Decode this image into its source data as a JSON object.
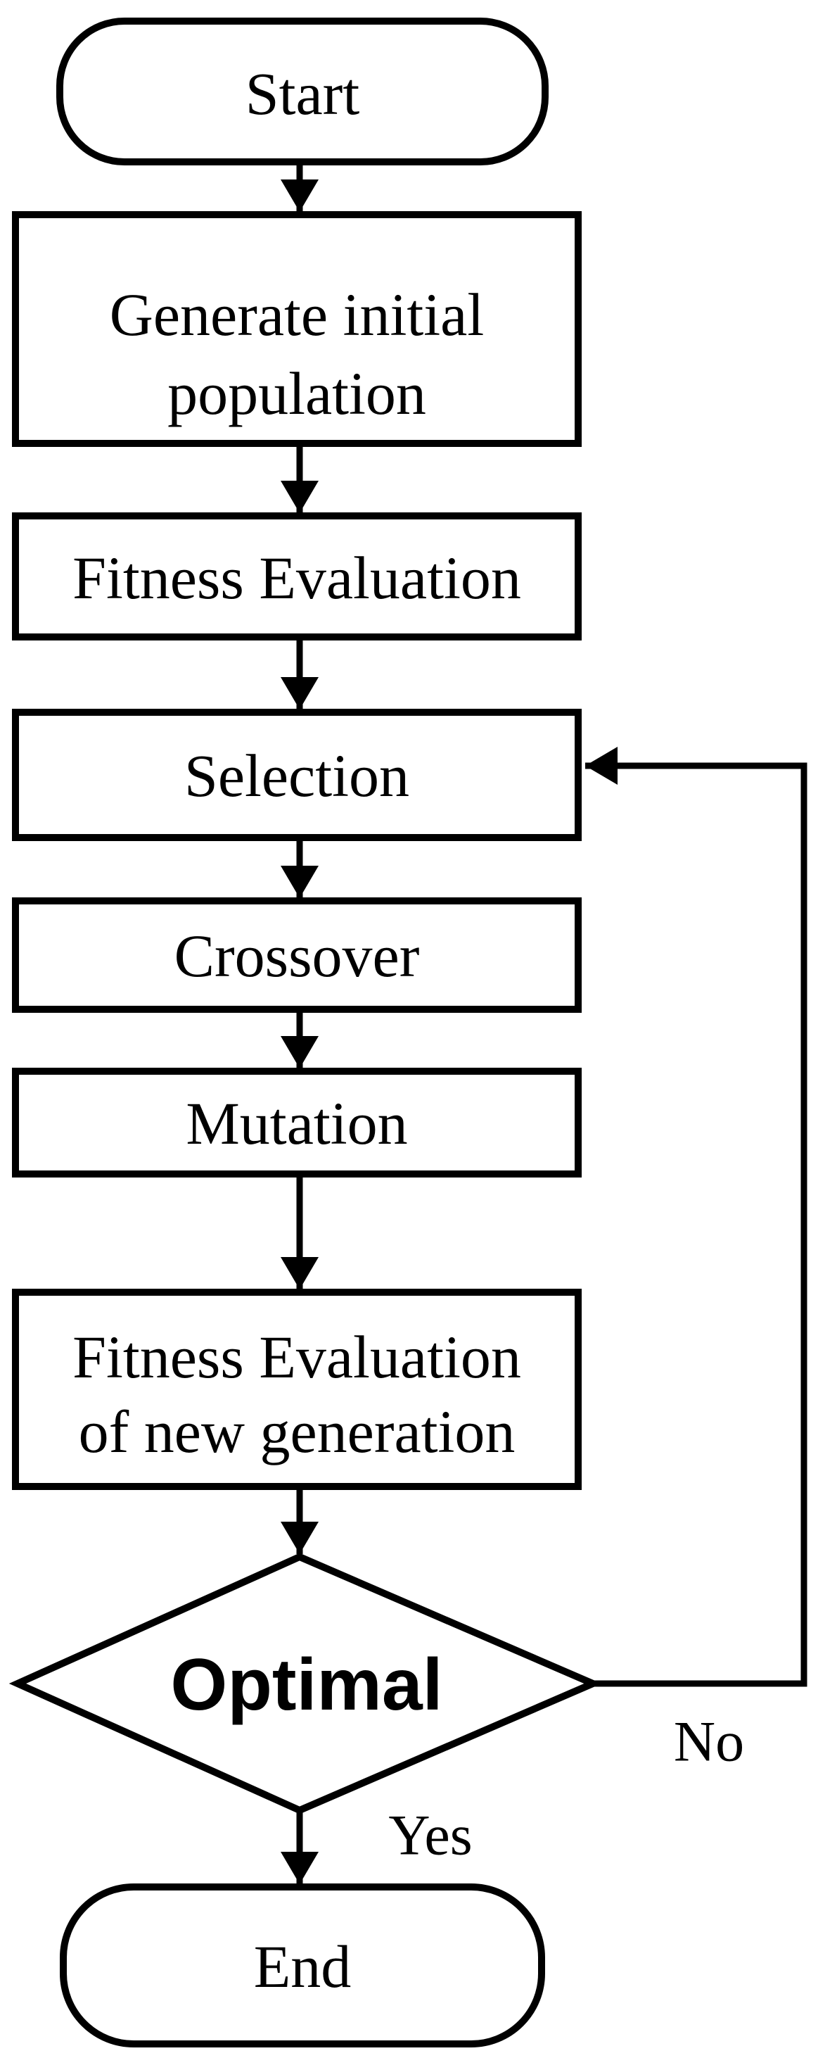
{
  "figure": {
    "type": "flowchart",
    "colors": {
      "ink": "#000000",
      "shape_fill": "#ffffff",
      "background": "#ffffff"
    }
  },
  "nodes": {
    "start": {
      "shape": "terminator",
      "label": "Start"
    },
    "generate": {
      "shape": "process",
      "label": "Generate initial population",
      "line1": "Generate initial",
      "line2": "population"
    },
    "fitness1": {
      "shape": "process",
      "label": "Fitness Evaluation"
    },
    "selection": {
      "shape": "process",
      "label": "Selection"
    },
    "crossover": {
      "shape": "process",
      "label": "Crossover"
    },
    "mutation": {
      "shape": "process",
      "label": "Mutation"
    },
    "fitness2": {
      "shape": "process",
      "label": "Fitness Evaluation of new generation",
      "line1": "Fitness Evaluation",
      "line2": "of new generation"
    },
    "optimal": {
      "shape": "decision",
      "label": "Optimal"
    },
    "end": {
      "shape": "terminator",
      "label": "End"
    }
  },
  "edges": {
    "yes_label": "Yes",
    "no_label": "No"
  }
}
